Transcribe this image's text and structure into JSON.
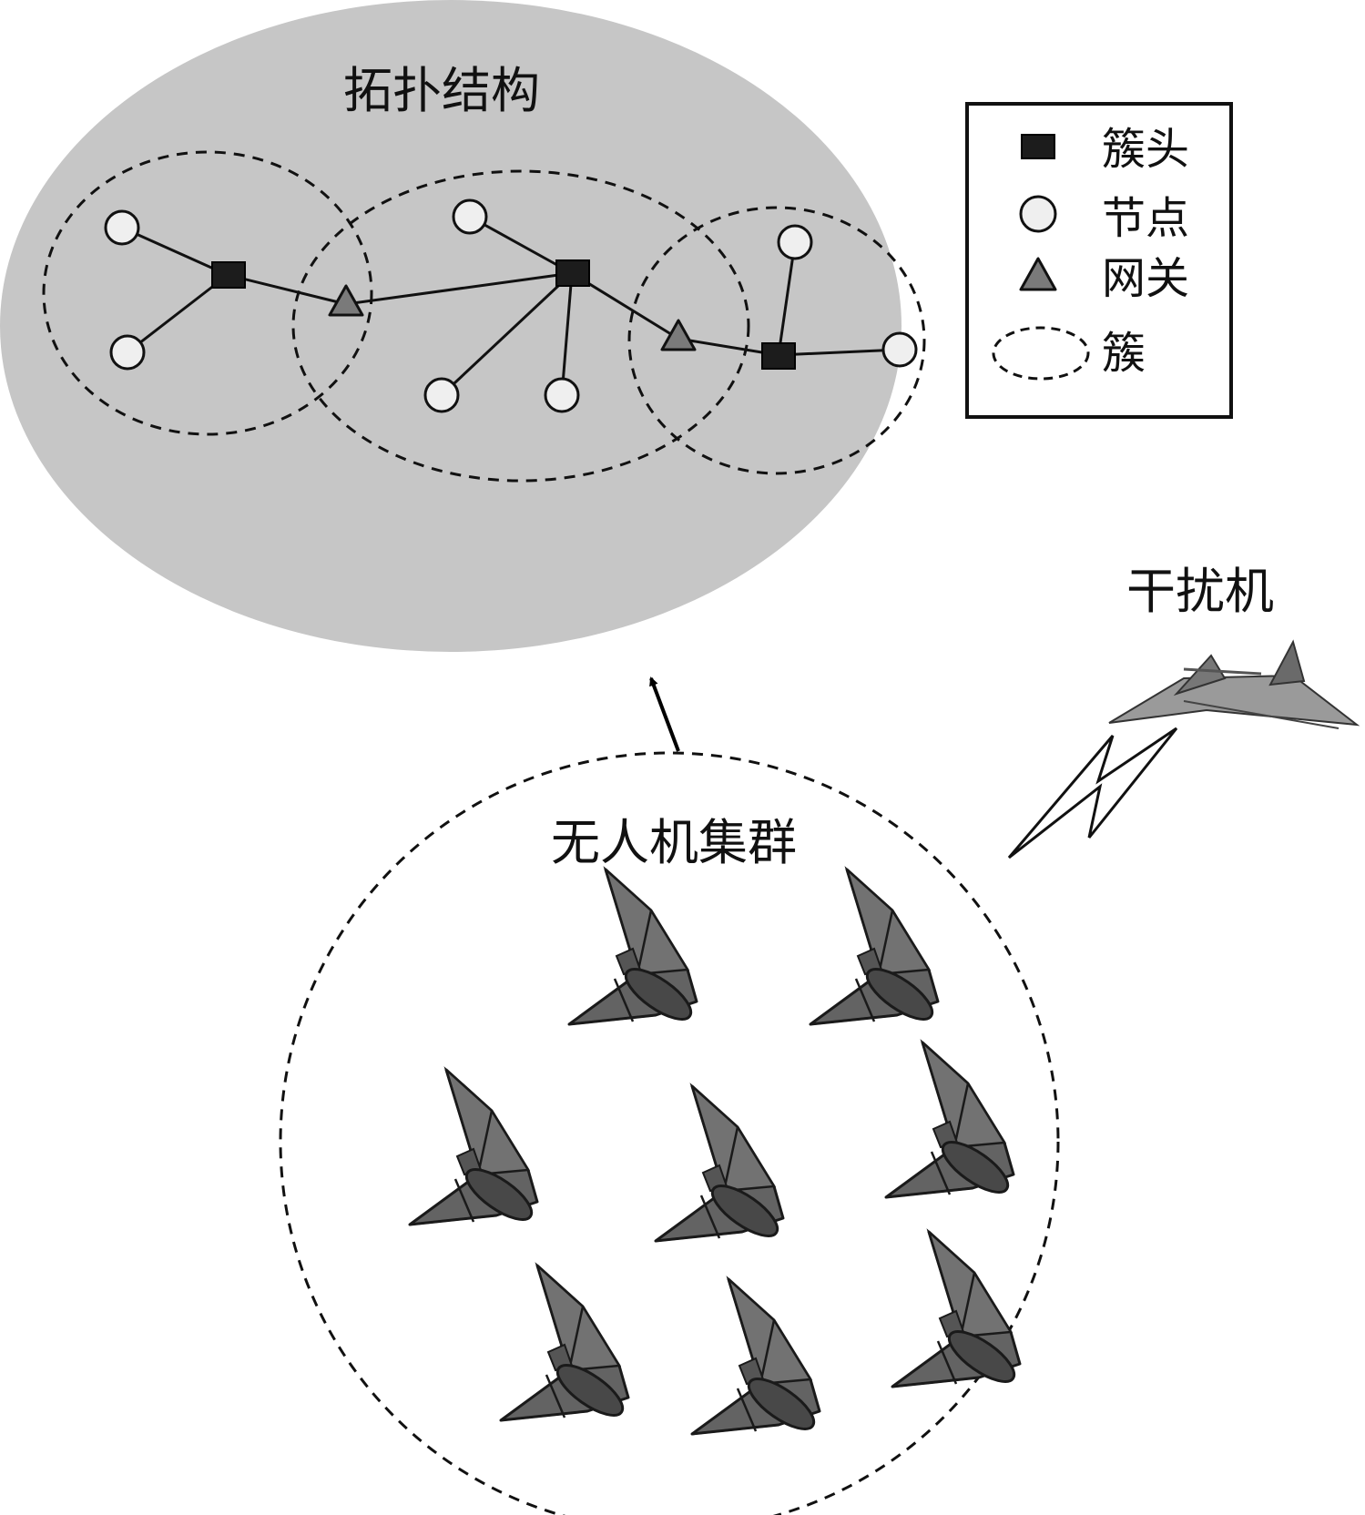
{
  "diagram": {
    "topology_title": "拓扑结构",
    "swarm_title": "无人机集群",
    "jammer_label": "干扰机",
    "legend": {
      "cluster_head": "簇头",
      "node": "节点",
      "gateway": "网关",
      "cluster": "簇"
    },
    "colors": {
      "topology_bg": "#c6c6c6",
      "node_fill": "#efefef",
      "cluster_head_fill": "#1c1c1c",
      "gateway_fill": "#7a7a7a",
      "drone_fill": "#636363"
    }
  }
}
